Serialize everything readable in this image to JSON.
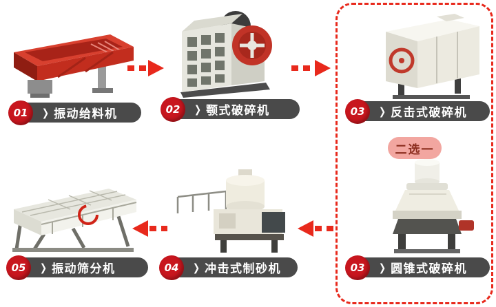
{
  "colors": {
    "accent_red": "#e8291c",
    "number_circle_red": "#c8161e",
    "pill_bg": "#4a4a4a",
    "pill_text": "#ffffff",
    "badge_bg": "#f2a6a0",
    "badge_text": "#8c2e1f",
    "machine_red": "#c22d1e",
    "machine_body": "#ecebe2"
  },
  "steps": [
    {
      "num": "01",
      "label": "振动给料机",
      "machine_icon": "vibrating-feeder-icon"
    },
    {
      "num": "02",
      "label": "颚式破碎机",
      "machine_icon": "jaw-crusher-icon"
    },
    {
      "num": "03",
      "label": "反击式破碎机",
      "machine_icon": "impact-crusher-icon"
    },
    {
      "num": "03",
      "label": "圆锥式破碎机",
      "machine_icon": "cone-crusher-icon"
    },
    {
      "num": "04",
      "label": "冲击式制砂机",
      "machine_icon": "vsi-sand-maker-icon"
    },
    {
      "num": "05",
      "label": "振动筛分机",
      "machine_icon": "vibrating-screen-icon"
    }
  ],
  "choice_badge": "二选一",
  "icons": {
    "pill_chevron": "❯",
    "flow_arrows": [
      "dashed-red-arrow-right",
      "dashed-red-arrow-right",
      "dashed-red-arrow-left",
      "dashed-red-arrow-left"
    ]
  }
}
